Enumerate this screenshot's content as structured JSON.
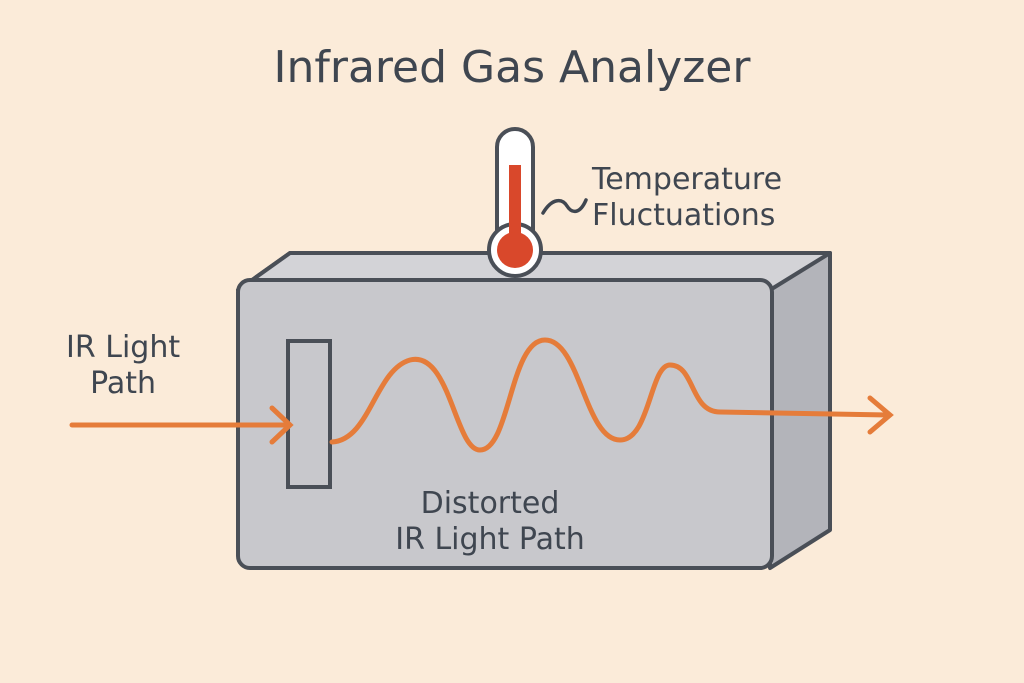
{
  "title": "Infrared Gas Analyzer",
  "labels": {
    "temperature": [
      "Temperature",
      "Fluctuations"
    ],
    "ir_path": [
      "IR Light",
      "Path"
    ],
    "distorted": [
      "Distorted",
      "IR Light Path"
    ]
  },
  "colors": {
    "background": "#fbebd9",
    "box": "#c9c9cd",
    "beam": "#e57c3a",
    "mercury": "#d9482b",
    "text": "#3f4650"
  },
  "icons": [
    "thermometer-icon",
    "wave-tilde-icon",
    "arrow-icon"
  ]
}
